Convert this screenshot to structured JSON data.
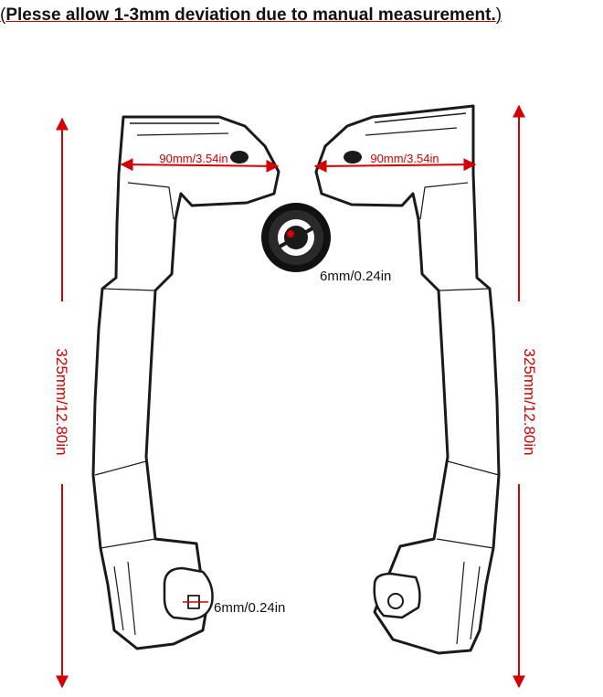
{
  "note": {
    "open_paren": "(",
    "text": "Plesse allow 1-3mm deviation due to manual measurement.",
    "close_paren": ")"
  },
  "dimensions": {
    "width_left": "90mm/3.54in",
    "width_right": "90mm/3.54in",
    "height_left": "325mm/12.80in",
    "height_right": "325mm/12.80in",
    "hole_top": "6mm/0.24in",
    "hole_bottom": "6mm/0.24in"
  },
  "colors": {
    "dimension": "#d40000",
    "outline": "#1a1a1a",
    "fill": "#ffffff"
  }
}
